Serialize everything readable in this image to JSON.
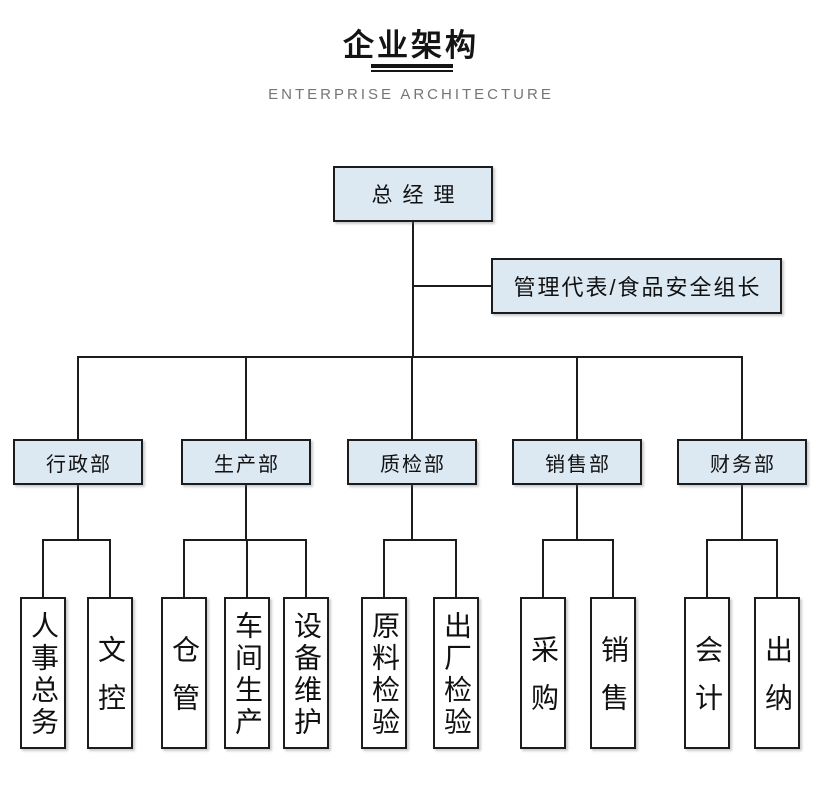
{
  "header": {
    "title": "企业架构",
    "subtitle": "ENTERPRISE ARCHITECTURE"
  },
  "colors": {
    "box_fill": "#dce8f2",
    "box_border": "#1c1c1c",
    "line": "#1c1c1c",
    "subtitle_text": "#757575",
    "title_text": "#141414"
  },
  "chart_data": {
    "type": "org-chart",
    "root": "总经理",
    "staff": "管理代表/食品安全组长",
    "departments": [
      {
        "name": "行政部",
        "children": [
          "人事总务",
          "文控"
        ]
      },
      {
        "name": "生产部",
        "children": [
          "仓管",
          "车间生产",
          "设备维护"
        ]
      },
      {
        "name": "质检部",
        "children": [
          "原料检验",
          "出厂检验"
        ]
      },
      {
        "name": "销售部",
        "children": [
          "采购",
          "销售"
        ]
      },
      {
        "name": "财务部",
        "children": [
          "会计",
          "出纳"
        ]
      }
    ]
  }
}
